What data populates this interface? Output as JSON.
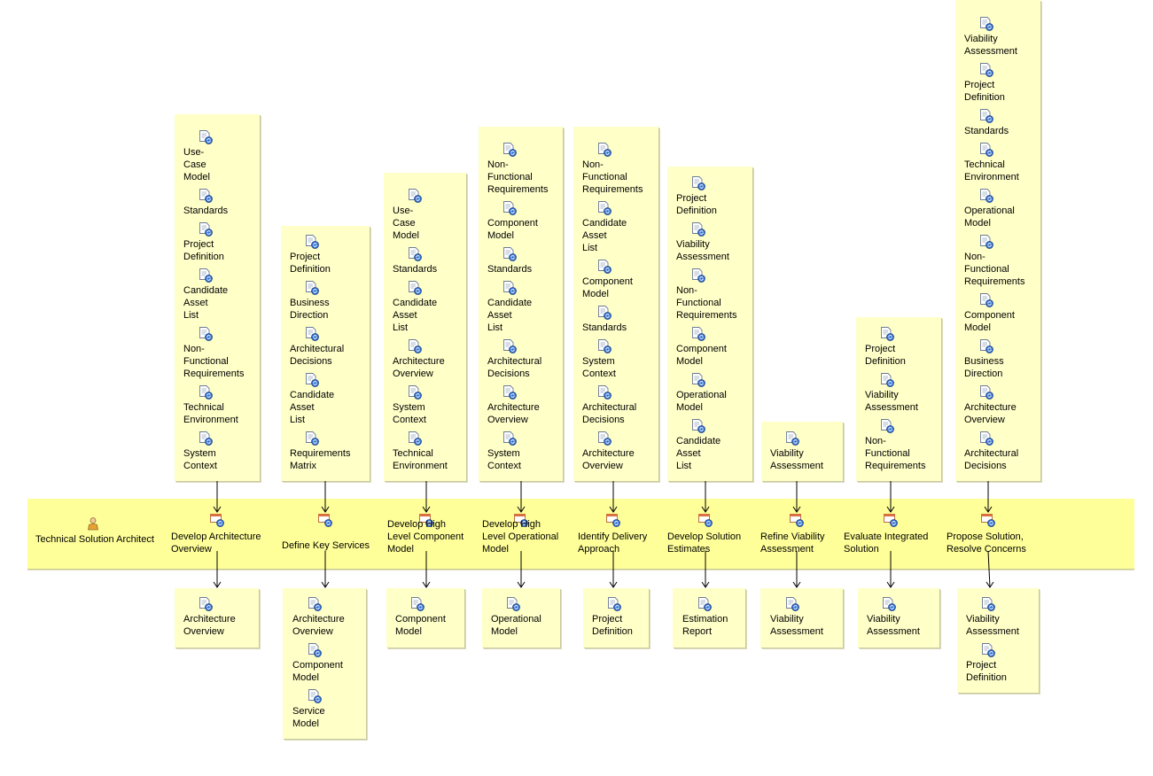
{
  "role": {
    "label": "Technical Solution Architect"
  },
  "activities": [
    {
      "label": "Develop Architecture\nOverview",
      "inputs": [
        "Use-\nCase\nModel",
        "Standards",
        "Project\nDefinition",
        "Candidate\nAsset\nList",
        "Non-\nFunctional\nRequirements",
        "Technical\nEnvironment",
        "System\nContext"
      ],
      "outputs": [
        "Architecture\nOverview"
      ]
    },
    {
      "label": "Define Key Services",
      "inputs": [
        "Project\nDefinition",
        "Business\nDirection",
        "Architectural\nDecisions",
        "Candidate\nAsset\nList",
        "Requirements\nMatrix"
      ],
      "outputs": [
        "Architecture\nOverview",
        "Component\nModel",
        "Service\nModel"
      ]
    },
    {
      "label": "Develop High\nLevel Component\nModel",
      "inputs": [
        "Use-\nCase\nModel",
        "Standards",
        "Candidate\nAsset\nList",
        "Architecture\nOverview",
        "System\nContext",
        "Technical\nEnvironment"
      ],
      "outputs": [
        "Component\nModel"
      ]
    },
    {
      "label": "Develop High\nLevel Operational\nModel",
      "inputs": [
        "Non-\nFunctional\nRequirements",
        "Component\nModel",
        "Standards",
        "Candidate\nAsset\nList",
        "Architectural\nDecisions",
        "Architecture\nOverview",
        "System\nContext"
      ],
      "outputs": [
        "Operational\nModel"
      ]
    },
    {
      "label": "Identify Delivery\nApproach",
      "inputs": [
        "Non-\nFunctional\nRequirements",
        "Candidate\nAsset\nList",
        "Component\nModel",
        "Standards",
        "System\nContext",
        "Architectural\nDecisions",
        "Architecture\nOverview"
      ],
      "outputs": [
        "Project\nDefinition"
      ]
    },
    {
      "label": "Develop Solution\nEstimates",
      "inputs": [
        "Project\nDefinition",
        "Viability\nAssessment",
        "Non-\nFunctional\nRequirements",
        "Component\nModel",
        "Operational\nModel",
        "Candidate\nAsset\nList"
      ],
      "outputs": [
        "Estimation\nReport"
      ]
    },
    {
      "label": "Refine Viability\nAssessment",
      "inputs": [
        "Viability\nAssessment"
      ],
      "outputs": [
        "Viability\nAssessment"
      ]
    },
    {
      "label": "Evaluate Integrated\nSolution",
      "inputs": [
        "Project\nDefinition",
        "Viability\nAssessment",
        "Non-\nFunctional\nRequirements"
      ],
      "outputs": [
        "Viability\nAssessment"
      ]
    },
    {
      "label": "Propose Solution,\nResolve Concerns",
      "inputs": [
        "Viability\nAssessment",
        "Project\nDefinition",
        "Standards",
        "Technical\nEnvironment",
        "Operational\nModel",
        "Non-\nFunctional\nRequirements",
        "Component\nModel",
        "Business\nDirection",
        "Architecture\nOverview",
        "Architectural\nDecisions"
      ],
      "outputs": [
        "Viability\nAssessment",
        "Project\nDefinition"
      ]
    }
  ],
  "colors": {
    "box": "#ffffc8",
    "lane": "#ffff99",
    "line": "#000000"
  },
  "icons": {
    "artifact": "artifact-icon",
    "task": "task-icon",
    "role": "role-icon"
  }
}
